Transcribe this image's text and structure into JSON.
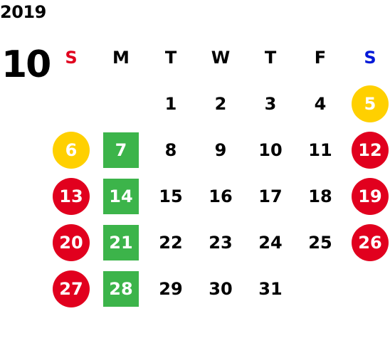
{
  "calendar": {
    "year": "2019",
    "month": "10",
    "weekdays": [
      {
        "label": "S",
        "color": "#e1001e"
      },
      {
        "label": "M",
        "color": "#000000"
      },
      {
        "label": "T",
        "color": "#000000"
      },
      {
        "label": "W",
        "color": "#000000"
      },
      {
        "label": "T",
        "color": "#000000"
      },
      {
        "label": "F",
        "color": "#000000"
      },
      {
        "label": "S",
        "color": "#0018d8"
      }
    ],
    "colors": {
      "holiday_red": "#e1001e",
      "special_yellow": "#ffd000",
      "green_square": "#3cb44a",
      "text": "#000000",
      "highlight_text": "#ffffff"
    },
    "weeks": [
      [
        {
          "day": "",
          "style": "none"
        },
        {
          "day": "",
          "style": "none"
        },
        {
          "day": "1",
          "style": "plain"
        },
        {
          "day": "2",
          "style": "plain"
        },
        {
          "day": "3",
          "style": "plain"
        },
        {
          "day": "4",
          "style": "plain"
        },
        {
          "day": "5",
          "style": "yellow-circle"
        }
      ],
      [
        {
          "day": "6",
          "style": "yellow-circle"
        },
        {
          "day": "7",
          "style": "green-square"
        },
        {
          "day": "8",
          "style": "plain"
        },
        {
          "day": "9",
          "style": "plain"
        },
        {
          "day": "10",
          "style": "plain"
        },
        {
          "day": "11",
          "style": "plain"
        },
        {
          "day": "12",
          "style": "red-circle"
        }
      ],
      [
        {
          "day": "13",
          "style": "red-circle"
        },
        {
          "day": "14",
          "style": "green-square"
        },
        {
          "day": "15",
          "style": "plain"
        },
        {
          "day": "16",
          "style": "plain"
        },
        {
          "day": "17",
          "style": "plain"
        },
        {
          "day": "18",
          "style": "plain"
        },
        {
          "day": "19",
          "style": "red-circle"
        }
      ],
      [
        {
          "day": "20",
          "style": "red-circle"
        },
        {
          "day": "21",
          "style": "green-square"
        },
        {
          "day": "22",
          "style": "plain"
        },
        {
          "day": "23",
          "style": "plain"
        },
        {
          "day": "24",
          "style": "plain"
        },
        {
          "day": "25",
          "style": "plain"
        },
        {
          "day": "26",
          "style": "red-circle"
        }
      ],
      [
        {
          "day": "27",
          "style": "red-circle"
        },
        {
          "day": "28",
          "style": "green-square"
        },
        {
          "day": "29",
          "style": "plain"
        },
        {
          "day": "30",
          "style": "plain"
        },
        {
          "day": "31",
          "style": "plain"
        },
        {
          "day": "",
          "style": "none"
        },
        {
          "day": "",
          "style": "none"
        }
      ]
    ]
  }
}
